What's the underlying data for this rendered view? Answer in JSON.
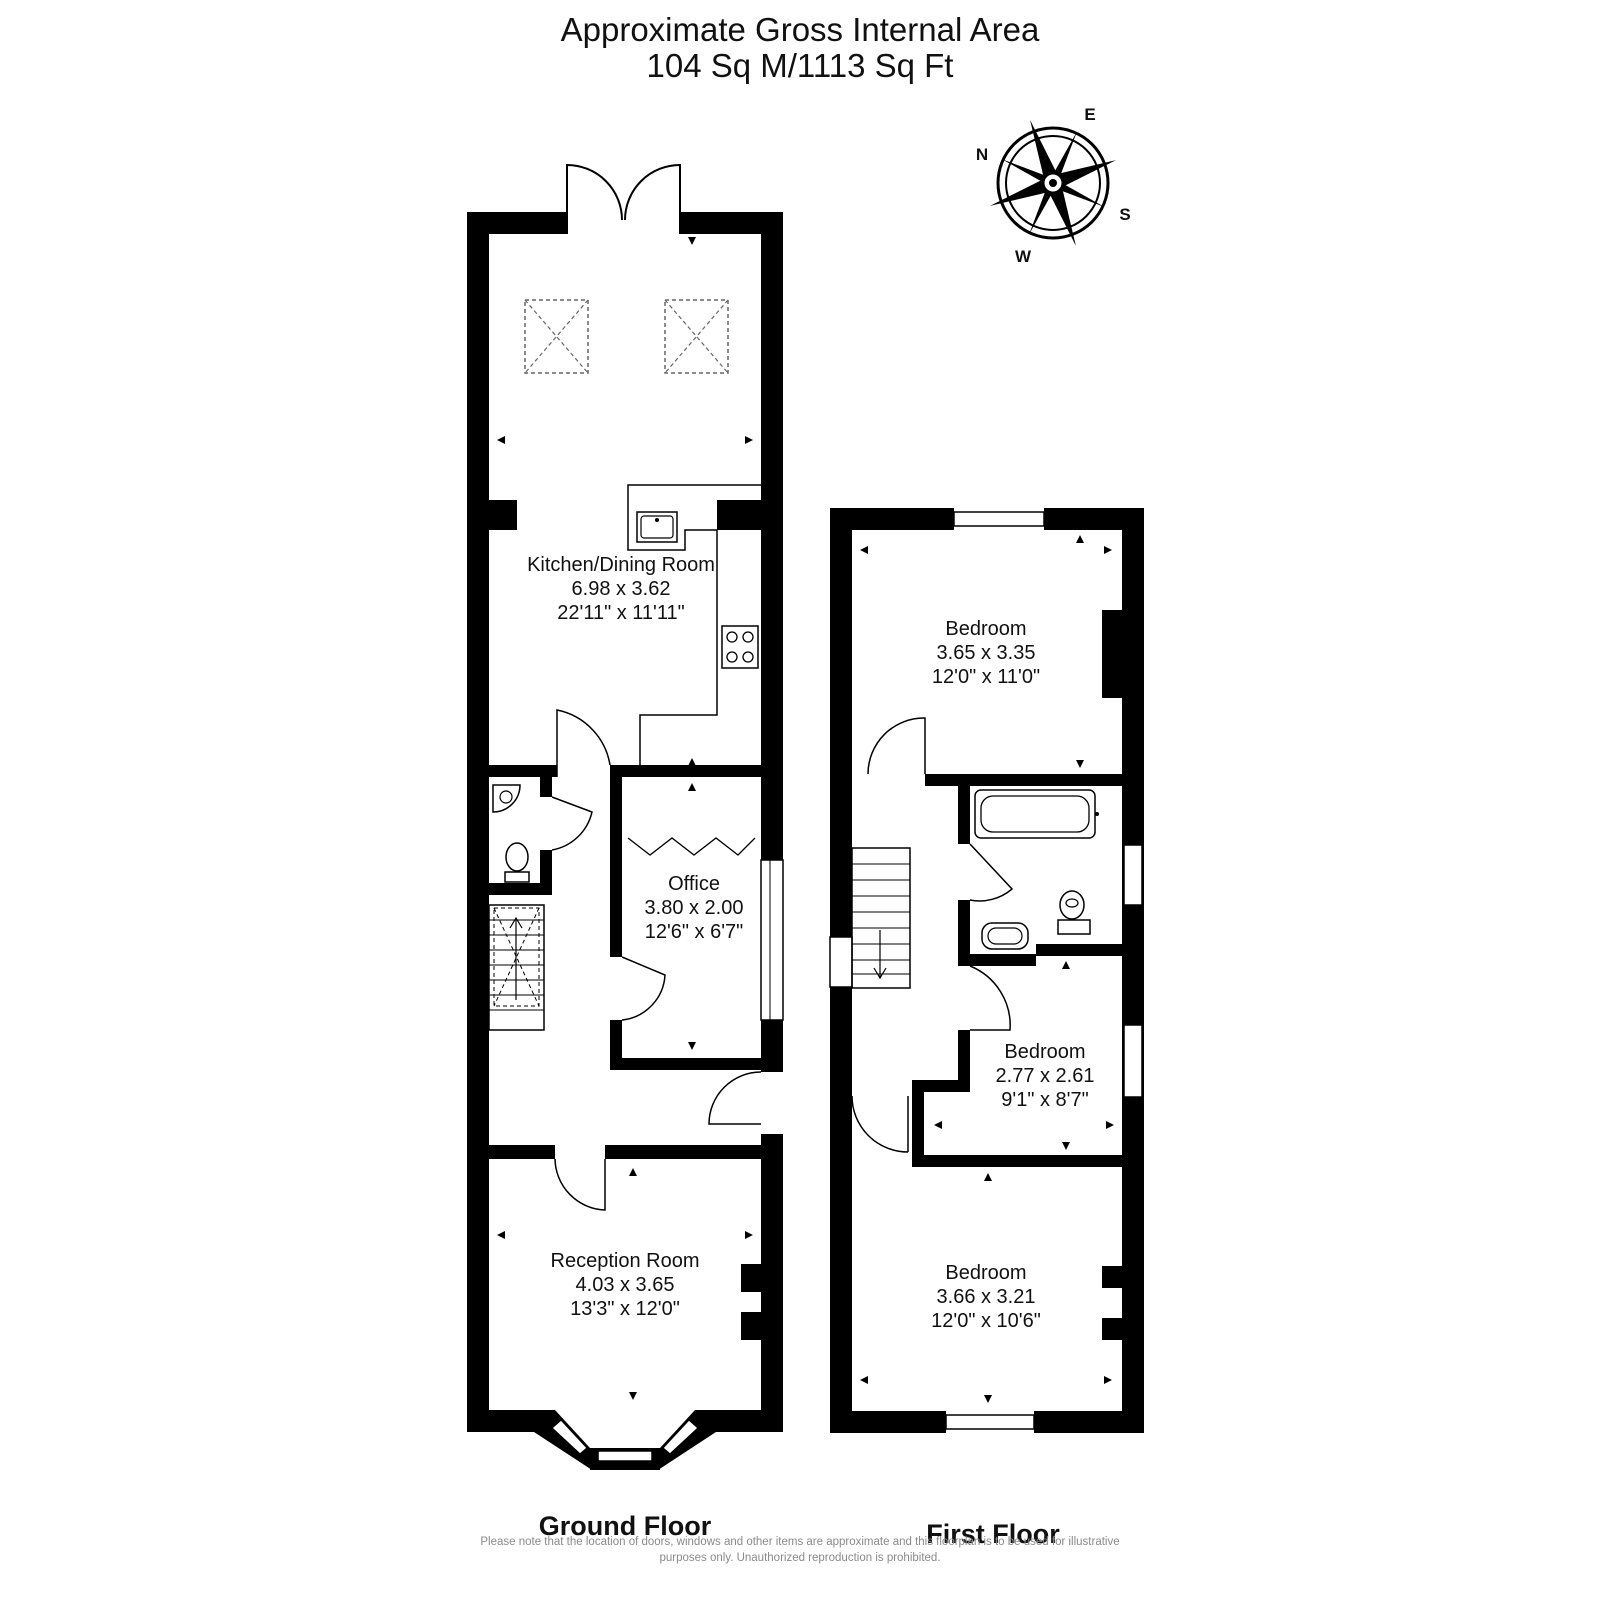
{
  "header": {
    "title_line1": "Approximate Gross Internal Area",
    "title_line2": "104 Sq M/1113 Sq Ft"
  },
  "compass": {
    "north": "N",
    "east": "E",
    "south": "S",
    "west": "W"
  },
  "ground_floor": {
    "label": "Ground Floor",
    "rooms": [
      {
        "name": "Kitchen/Dining Room",
        "metric": "6.98 x 3.62",
        "imperial": "22'11\" x 11'11\""
      },
      {
        "name": "Office",
        "metric": "3.80 x 2.00",
        "imperial": "12'6\" x 6'7\""
      },
      {
        "name": "Reception Room",
        "metric": "4.03 x 3.65",
        "imperial": "13'3\" x 12'0\""
      }
    ]
  },
  "first_floor": {
    "label": "First Floor",
    "rooms": [
      {
        "name": "Bedroom",
        "metric": "3.65 x 3.35",
        "imperial": "12'0\" x 11'0\""
      },
      {
        "name": "Bedroom",
        "metric": "2.77 x 2.61",
        "imperial": "9'1\" x 8'7\""
      },
      {
        "name": "Bedroom",
        "metric": "3.66 x 3.21",
        "imperial": "12'0\" x 10'6\""
      }
    ]
  },
  "disclaimer": {
    "line1": "Please note that the location of doors, windows and other items are approximate and this floorplan is to be used for illustrative",
    "line2": "purposes only. Unauthorized reproduction is prohibited."
  },
  "colors": {
    "wall": "#000000",
    "line": "#111111",
    "fixture": "#555555",
    "disclaimer": "#8a8a8a"
  }
}
